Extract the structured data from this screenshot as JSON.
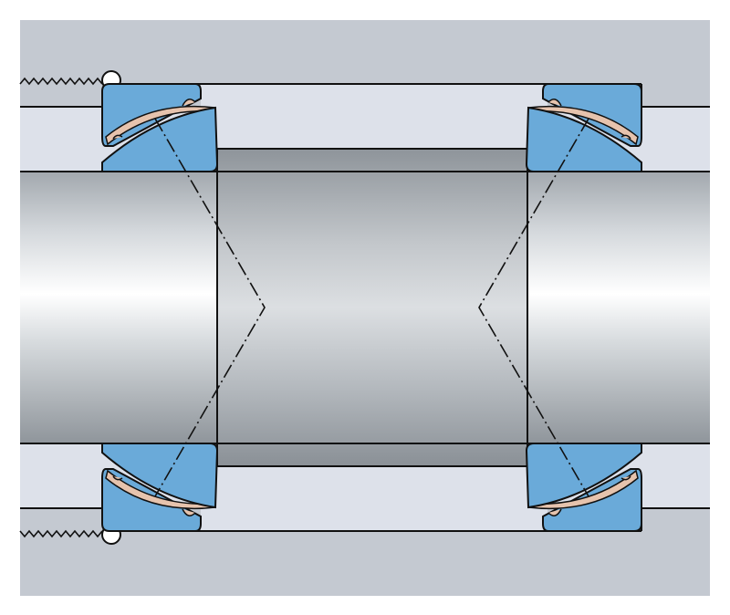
{
  "diagram": {
    "kind": "bearing-arrangement-cross-section",
    "colors": {
      "background": "#ffffff",
      "housing": "#c4c9d1",
      "bore_gap": "#dde1ea",
      "ring": "#6aaad9",
      "ring_outline": "#1a1a1a",
      "seal": "#e6c3ad",
      "shaft_edge": "#9aa0a6",
      "shaft_highlight": "#ffffff",
      "spacer_dark": "#8e949a",
      "line": "#111111"
    },
    "components": [
      {
        "name": "housing",
        "icon": "housing-block"
      },
      {
        "name": "shaft",
        "icon": "cylindrical-shaft"
      },
      {
        "name": "spacer-sleeve",
        "icon": "sleeve"
      },
      {
        "name": "angular-contact-spherical-plain-bearing-left",
        "icon": "bearing-ring"
      },
      {
        "name": "angular-contact-spherical-plain-bearing-right",
        "icon": "bearing-ring"
      },
      {
        "name": "lock-nut-thread",
        "icon": "thread-zigzag"
      },
      {
        "name": "load-line",
        "icon": "dash-dot-line"
      }
    ]
  }
}
